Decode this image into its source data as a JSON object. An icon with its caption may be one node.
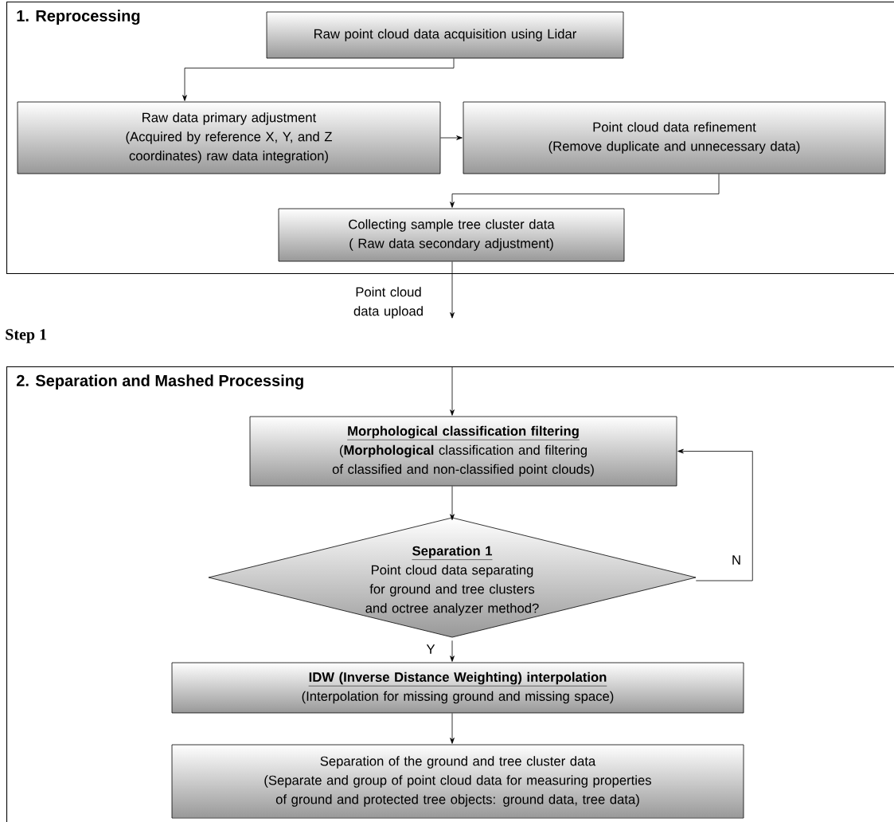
{
  "diagram": {
    "nodes": [
      {
        "text": [
          "1. Reprocessing"
        ]
      },
      {
        "text": [
          "Raw point cloud data acquisition using Lidar"
        ],
        "in": 0
      },
      {
        "text": [
          "Raw data primary adjustment",
          "(Acquired by reference X, Y, and Z coordinates) raw data integration)"
        ],
        "in": 0
      },
      {
        "text": [
          "Point cloud data refinement",
          "(Remove duplicate and unnecessary data)"
        ],
        "in": 0
      },
      {
        "text": [
          "Collecting sample tree cluster data",
          "( Raw data secondary adjustment)"
        ],
        "in": 0
      },
      {
        "text": [
          "2. Separation and Mashed Processing"
        ]
      },
      {
        "text": [
          "Morphological classification filtering",
          "(**Morphological** classification and filtering of classified and non-classified point clouds)"
        ],
        "in": 5
      },
      {
        "text": [
          "Separation 1",
          "Point cloud data separating for ground and tree clusters and octree analyzer method?"
        ],
        "in": 5
      },
      {
        "text": [
          "IDW (Inverse Distance Weighting) interpolation",
          "(Interpolation for missing ground and missing space)"
        ],
        "in": 5
      },
      {
        "text": [
          "Separation of the ground and tree cluster data",
          "(Separate and group of point cloud data for measuring properties of ground and protected tree objects: ground data, tree data)"
        ],
        "in": 5
      }
    ],
    "edges": [
      {
        "from": 1,
        "to": 2,
        "arrow": "to"
      },
      {
        "from": 2,
        "to": 3,
        "arrow": "to"
      },
      {
        "from": 3,
        "to": 4,
        "arrow": "to"
      },
      {
        "from": 4,
        "to": null,
        "arrow": "to",
        "label": "Point cloud data upload"
      },
      {
        "from": null,
        "to": 6,
        "arrow": "to"
      },
      {
        "from": 6,
        "to": 7,
        "arrow": "to"
      },
      {
        "from": 7,
        "to": 8,
        "arrow": "to",
        "label": "Y"
      },
      {
        "from": 7,
        "to": 6,
        "arrow": "to",
        "label": "N"
      },
      {
        "from": 8,
        "to": 9,
        "arrow": "to"
      }
    ],
    "labels": [
      "Step 1"
    ]
  }
}
